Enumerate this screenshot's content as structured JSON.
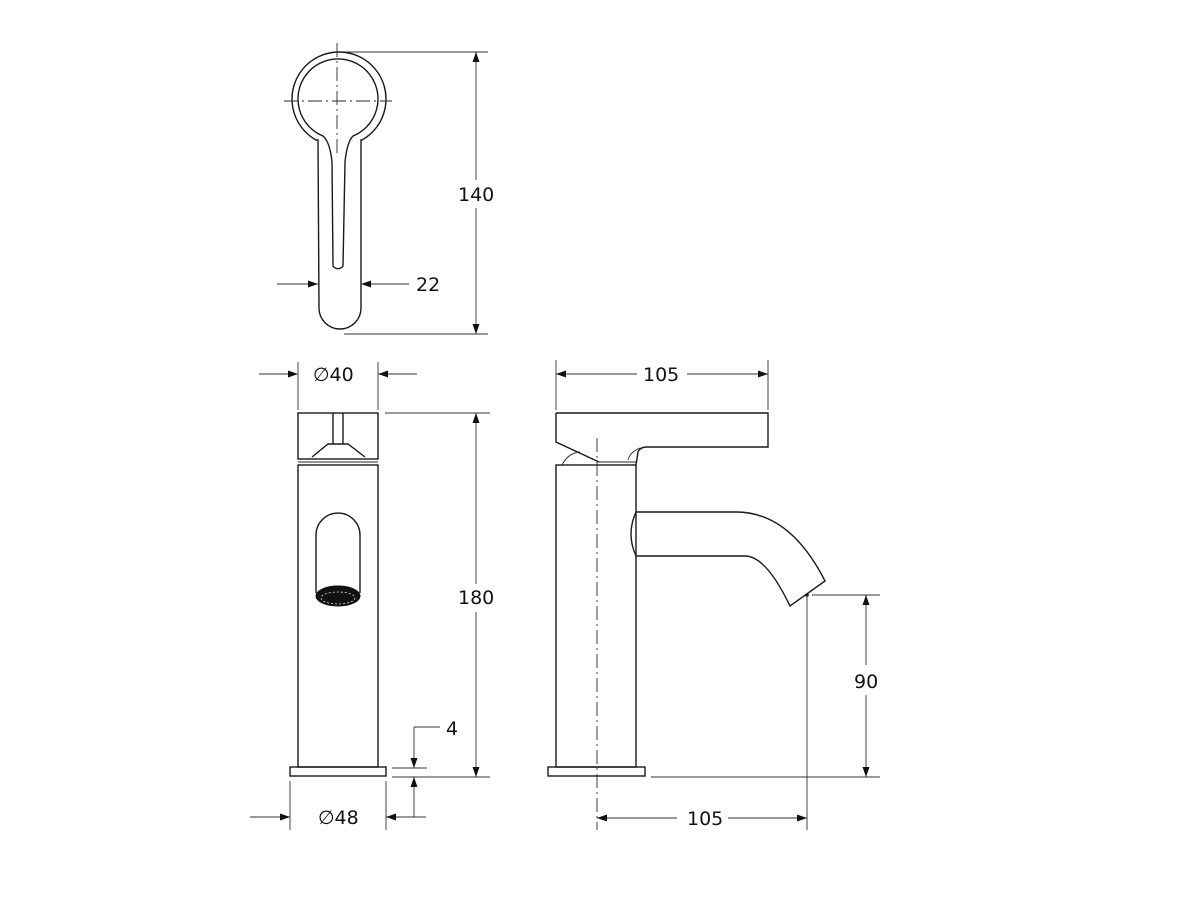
{
  "drawing": {
    "subject": "single-lever basin mixer tap technical drawing",
    "line_color": "#1a1a1a",
    "background": "#ffffff"
  },
  "views": {
    "top": {
      "name": "top view (lever handle)",
      "dimensions": {
        "length": "140",
        "handle_width": "22"
      }
    },
    "front": {
      "name": "front elevation",
      "dimensions": {
        "body_diameter": "∅40",
        "base_diameter": "∅48",
        "overall_height": "180",
        "base_thickness": "4"
      }
    },
    "side": {
      "name": "side elevation",
      "dimensions": {
        "handle_length": "105",
        "spout_reach": "105",
        "spout_height": "90"
      }
    }
  }
}
